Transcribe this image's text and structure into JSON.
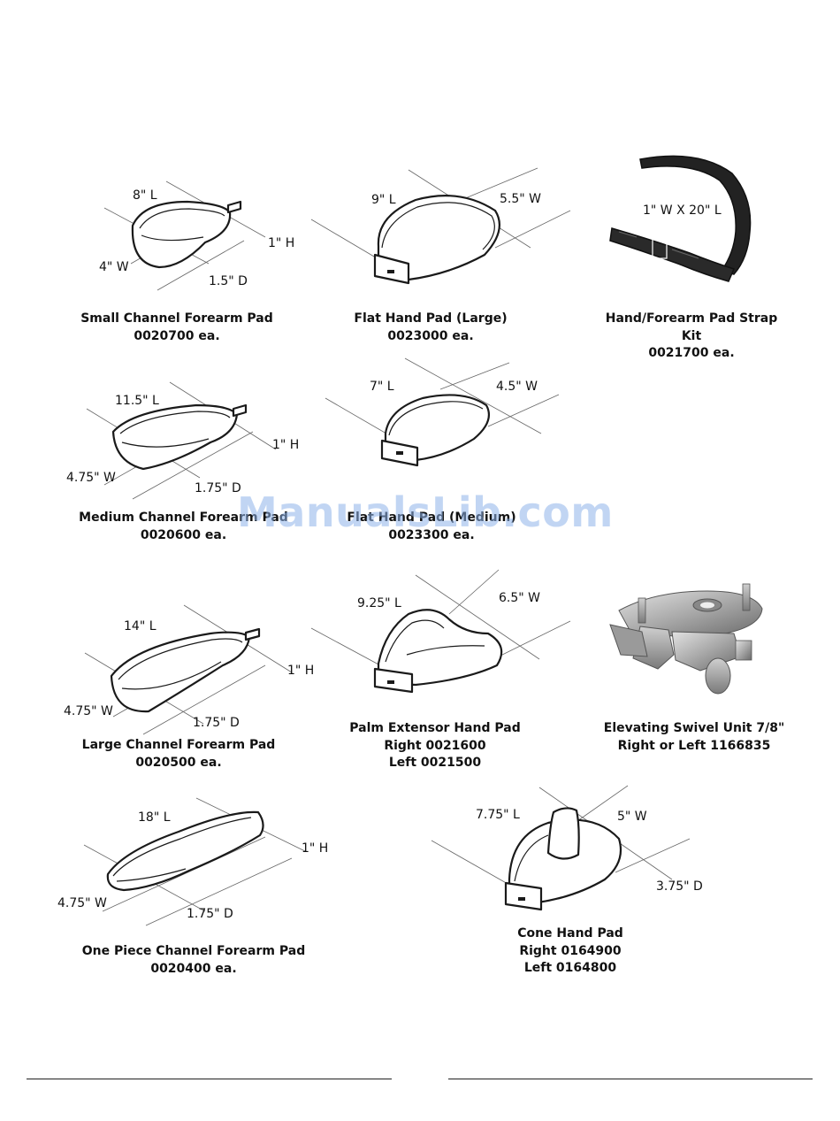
{
  "products": {
    "small_channel": {
      "dims": {
        "length": "8\" L",
        "height": "1\" H",
        "width": "4\" W",
        "depth": "1.5\" D"
      },
      "name": "Small Channel Forearm Pad",
      "part": "0020700 ea."
    },
    "flat_large": {
      "dims": {
        "length": "9\" L",
        "width": "5.5\" W"
      },
      "name": "Flat Hand Pad (Large)",
      "part": "0023000 ea."
    },
    "strap_kit": {
      "dims": {
        "size": "1\" W X 20\" L"
      },
      "name_line1": "Hand/Forearm Pad Strap",
      "name_line2": "Kit",
      "part": "0021700 ea."
    },
    "medium_channel": {
      "dims": {
        "length": "11.5\" L",
        "height": "1\" H",
        "width": "4.75\" W",
        "depth": "1.75\" D"
      },
      "name": "Medium Channel Forearm Pad",
      "part": "0020600 ea."
    },
    "flat_medium": {
      "dims": {
        "length": "7\" L",
        "width": "4.5\" W"
      },
      "name": "Flat Hand Pad (Medium)",
      "part": "0023300 ea."
    },
    "large_channel": {
      "dims": {
        "length": "14\" L",
        "height": "1\" H",
        "width": "4.75\" W",
        "depth": "1.75\" D"
      },
      "name": "Large Channel Forearm Pad",
      "part": "0020500 ea."
    },
    "palm_extensor": {
      "dims": {
        "length": "9.25\" L",
        "width": "6.5\" W"
      },
      "name": "Palm Extensor Hand Pad",
      "right": "Right 0021600",
      "left": "Left 0021500"
    },
    "swivel_unit": {
      "name": "Elevating Swivel Unit 7/8\"",
      "part": "Right or Left 1166835"
    },
    "one_piece_channel": {
      "dims": {
        "length": "18\" L",
        "height": "1\" H",
        "width": "4.75\" W",
        "depth": "1.75\" D"
      },
      "name": "One Piece Channel Forearm Pad",
      "part": "0020400 ea."
    },
    "cone_pad": {
      "dims": {
        "length": "7.75\" L",
        "width": "5\" W",
        "depth": "3.75\" D"
      },
      "name": "Cone Hand Pad",
      "right": "Right 0164900",
      "left": "Left 0164800"
    }
  },
  "watermark": "ManualsLib.com"
}
